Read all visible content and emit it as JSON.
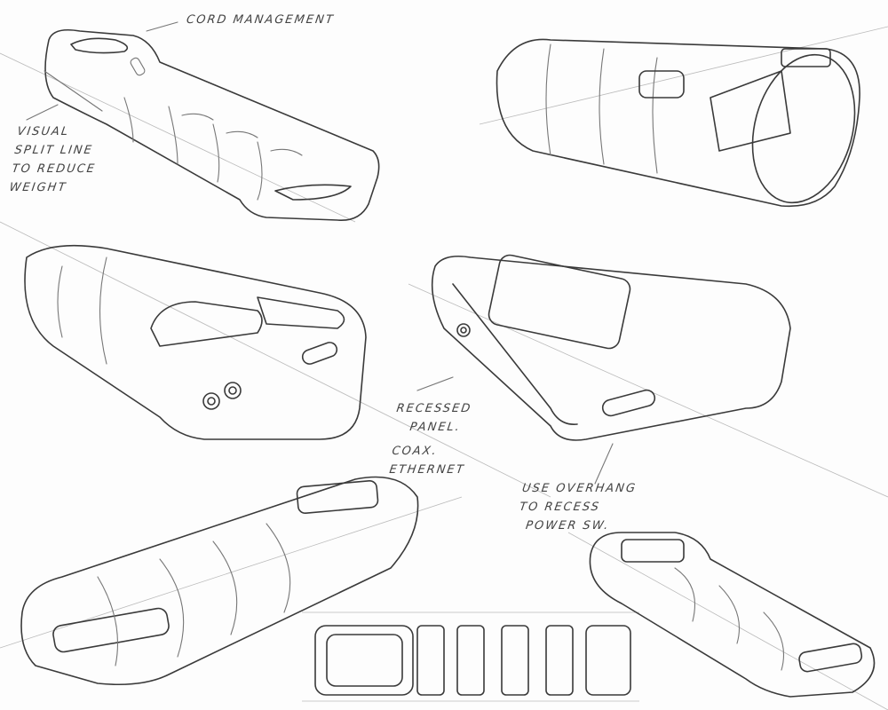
{
  "annotations": {
    "cord_management": "CORD MANAGEMENT",
    "split_line": [
      "VISUAL",
      "SPLIT LINE",
      "TO REDUCE",
      "WEIGHT"
    ],
    "recessed_panel": [
      "RECESSED",
      "PANEL."
    ],
    "ports": [
      "COAX.",
      "ETHERNET"
    ],
    "power_switch": [
      "USE OVERHANG",
      "TO RECESS",
      "POWER SW."
    ]
  },
  "colors": {
    "paper": "#fdfdfd",
    "pencil": "#3a3a3a"
  }
}
